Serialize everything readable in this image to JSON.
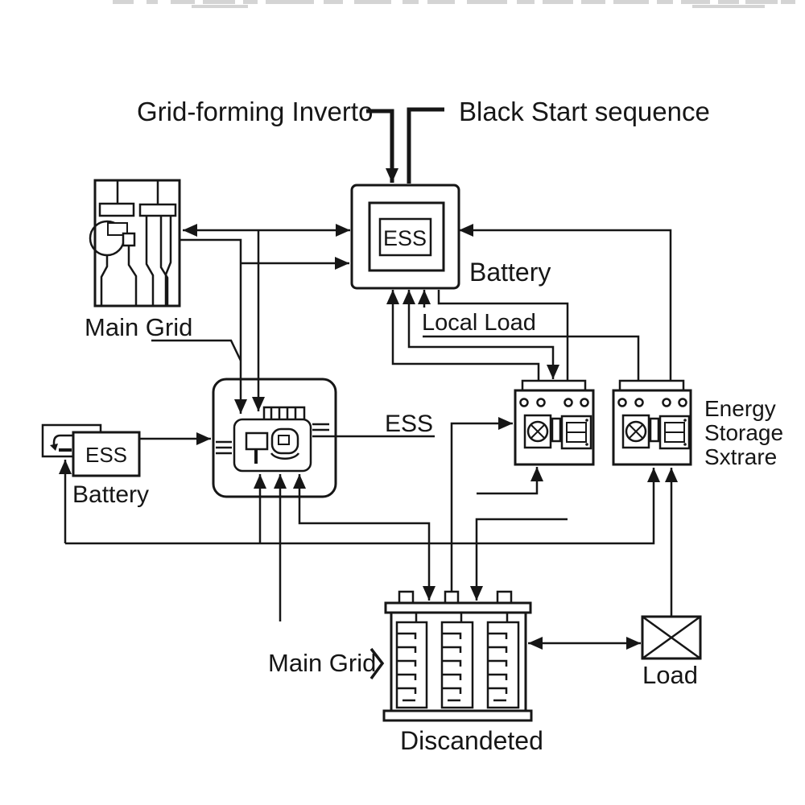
{
  "diagram": {
    "labels": {
      "grid_forming_inverter": "Grid-forming Inverto",
      "black_start_sequence": "Black Start sequence",
      "main_grid_top": "Main Grid",
      "ess_unit": "ESS",
      "battery_top": "Battery",
      "local_load": "Local Load",
      "ess_center": "ESS",
      "ess_left": "ESS",
      "battery_left": "Battery",
      "energy_storage": [
        "Energy",
        "Storage",
        "Sxtrare"
      ],
      "main_grid_bottom": "Main Grid",
      "battery_bank_caption": "Discandeted",
      "load": "Load"
    },
    "colors": {
      "ink": "#161616",
      "background": "#ffffff"
    }
  }
}
